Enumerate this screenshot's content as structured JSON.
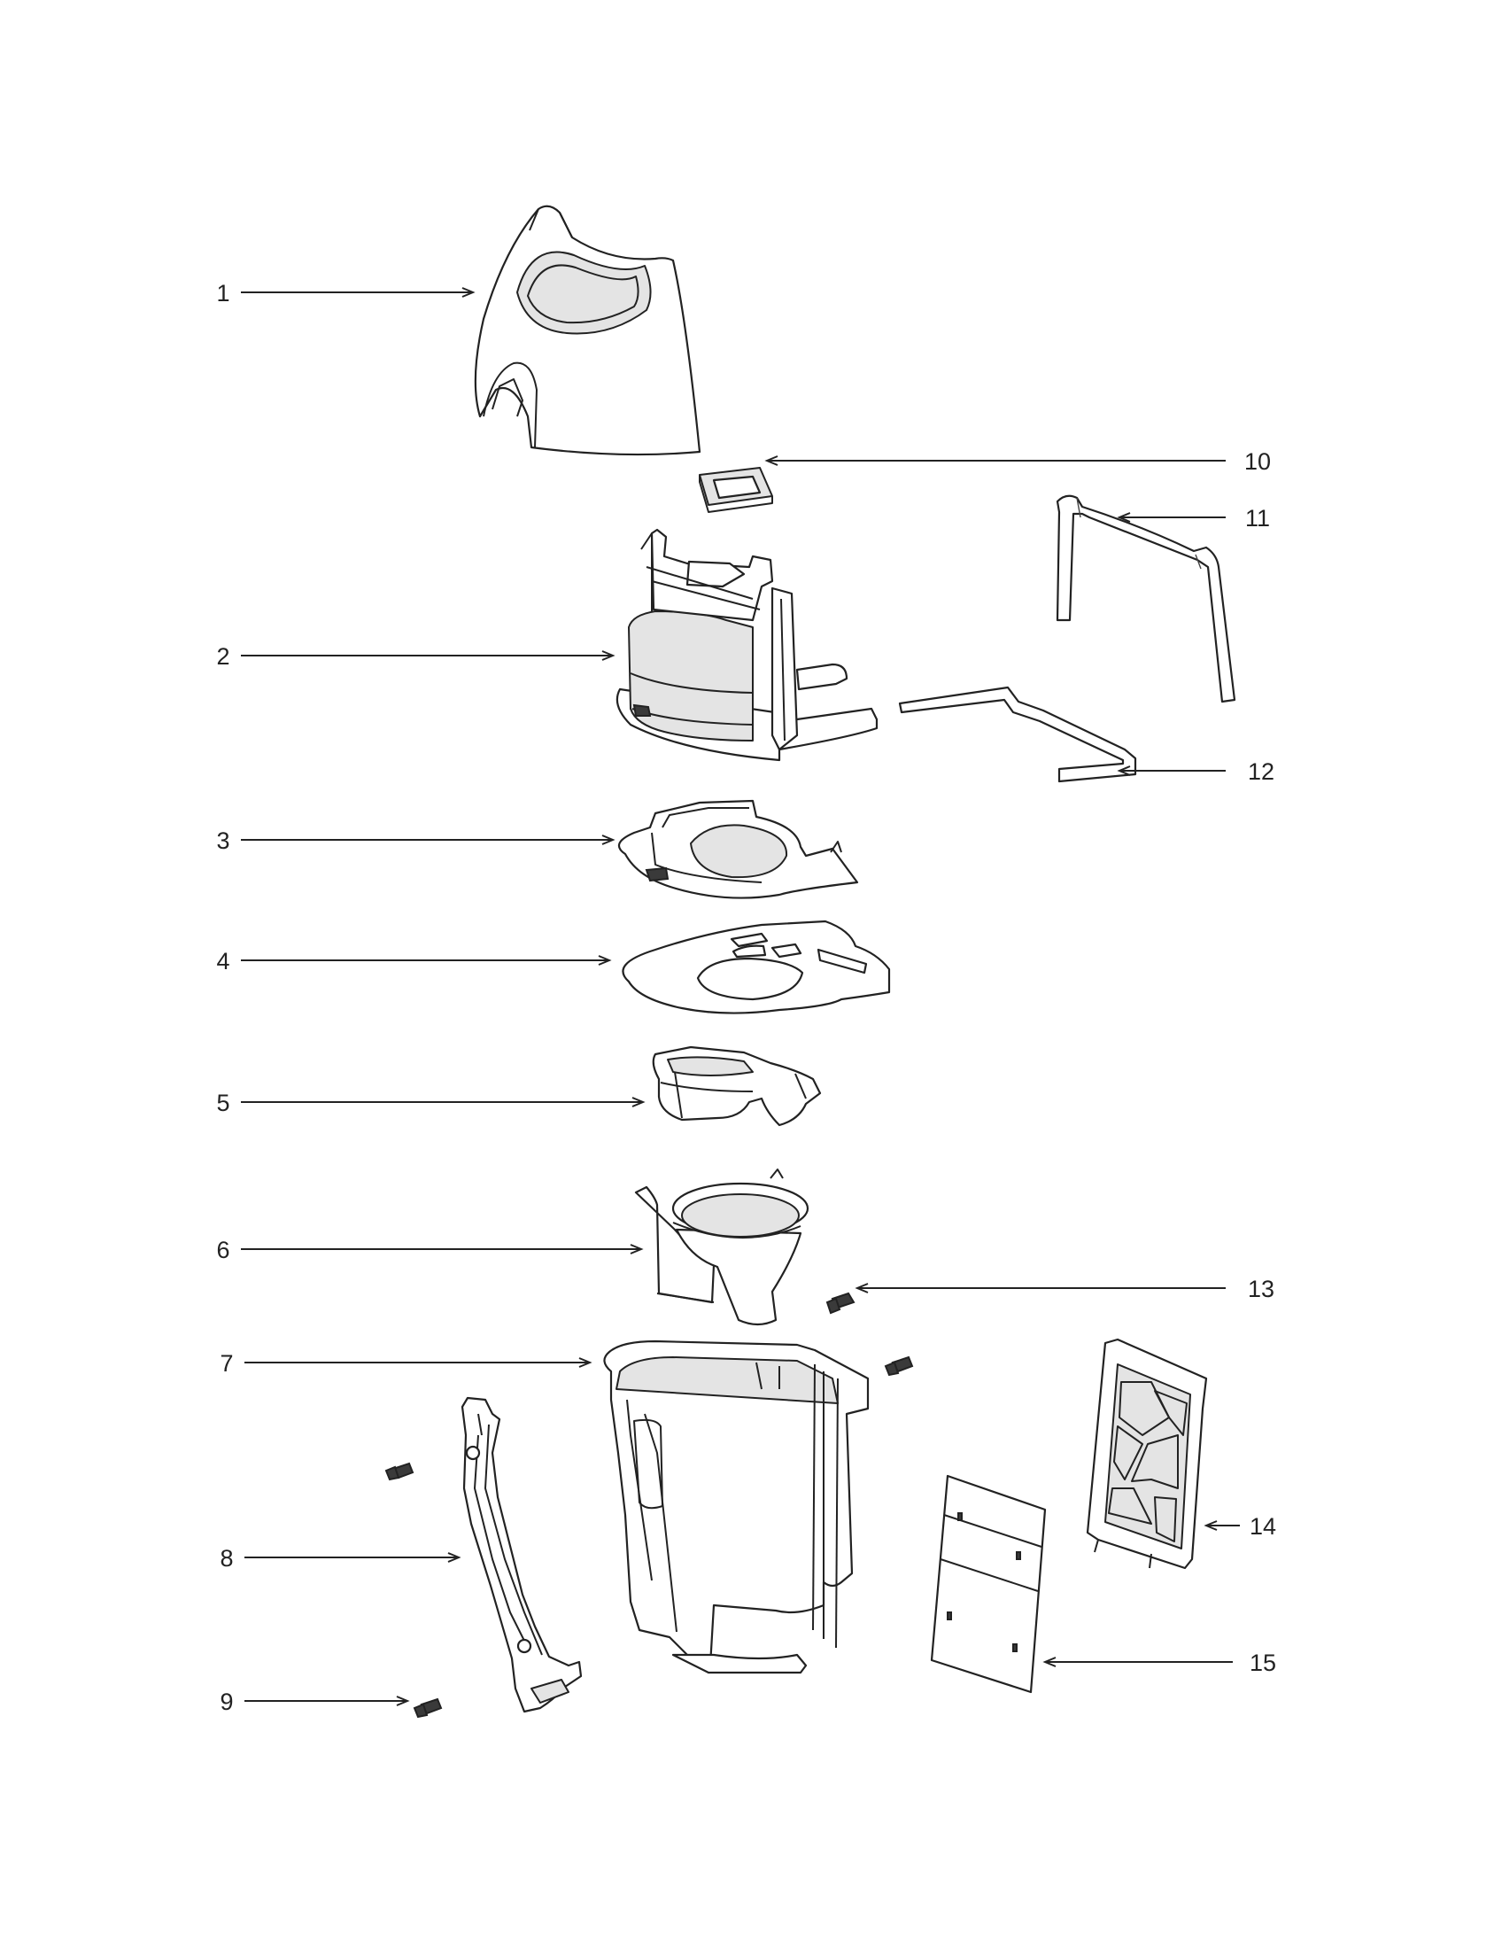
{
  "diagram": {
    "type": "exploded parts diagram",
    "colors": {
      "line": "#222222",
      "background": "#ffffff",
      "shade": "#e4e4e4"
    },
    "callouts": [
      {
        "number": "1",
        "part": "top-cover"
      },
      {
        "number": "2",
        "part": "water-reservoir-housing"
      },
      {
        "number": "3",
        "part": "heater-plate-base"
      },
      {
        "number": "4",
        "part": "base-gasket-plate"
      },
      {
        "number": "5",
        "part": "filter-holder-cup"
      },
      {
        "number": "6",
        "part": "filter-basket-funnel"
      },
      {
        "number": "7",
        "part": "main-body-housing"
      },
      {
        "number": "8",
        "part": "side-handle-bracket"
      },
      {
        "number": "9",
        "part": "bottom-screw"
      },
      {
        "number": "10",
        "part": "square-gasket"
      },
      {
        "number": "11",
        "part": "u-shaped-rod"
      },
      {
        "number": "12",
        "part": "bent-wire-rod"
      },
      {
        "number": "13",
        "part": "screw"
      },
      {
        "number": "14",
        "part": "back-grille-panel"
      },
      {
        "number": "15",
        "part": "rear-cover-plate"
      }
    ]
  }
}
